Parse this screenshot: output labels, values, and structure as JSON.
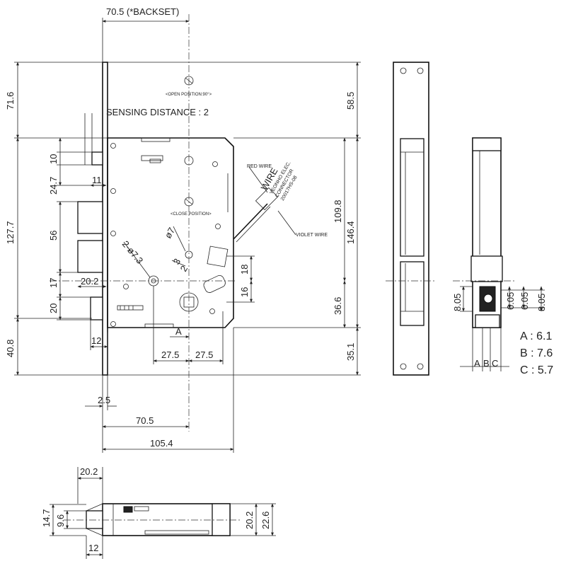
{
  "front_view": {
    "backset_label": "70.5 (*BACKSET)",
    "open_position": "<OPEN POSITION:90°>",
    "close_position": "<CLOSE POSITION>",
    "sensing_distance": "SENSING DISTANCE : 2",
    "red_wire": "RED WIRE",
    "wire_title": "WIRE",
    "wire_maker": "YEONHO ELEC.",
    "wire_connector": "CONNECTOR",
    "wire_part": "20017HS-08",
    "violet_wire": "VIOLET WIRE",
    "marker_a": "A",
    "dims_left": {
      "d71_6": "71.6",
      "d127_7": "127.7",
      "d40_8": "40.8",
      "d24_7": "24.7",
      "d10": "10",
      "d11": "11",
      "d56": "56",
      "d17": "17",
      "d20_2": "20.2",
      "d20": "20",
      "d12": "12",
      "d2_5": "2.5"
    },
    "dims_right": {
      "d58_5": "58.5",
      "d109_8": "109.8",
      "d146_4": "146.4",
      "d36_6": "36.6",
      "d35_1": "35.1",
      "d18": "18",
      "d16": "16"
    },
    "dims_inner": {
      "phi7": "ø7",
      "holes": "2-ø7.3",
      "d3": "3",
      "d2": "2"
    },
    "dims_bottom": {
      "d27_5_left": "27.5",
      "d27_5_right": "27.5",
      "d70_5": "70.5",
      "d105_4": "105.4"
    }
  },
  "side_view": {
    "d8_05_left": "8.05",
    "d6_05": "6.05",
    "d6_05b": "6.05",
    "d8_05_right": "8.05",
    "label_a": "A",
    "label_b": "B",
    "label_c": "C"
  },
  "legend": [
    {
      "key": "A",
      "value": "A : 6.1"
    },
    {
      "key": "B",
      "value": "B : 7.6"
    },
    {
      "key": "C",
      "value": "C : 5.7"
    }
  ],
  "bottom_view": {
    "d20_2_top": "20.2",
    "d14_7": "14.7",
    "d9_6": "9.6",
    "d12": "12",
    "d20_2_right": "20.2",
    "d22_6": "22.6"
  }
}
